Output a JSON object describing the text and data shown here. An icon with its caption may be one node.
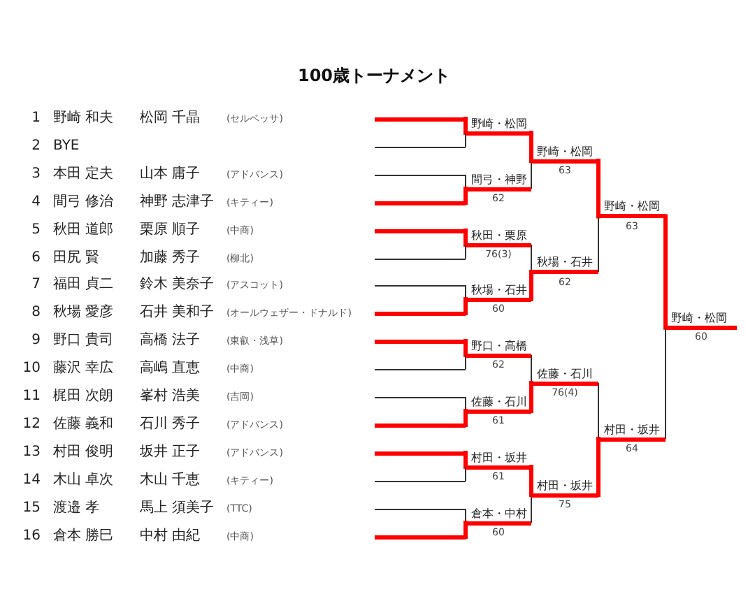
{
  "diagram": {
    "title": "100歳トーナメント",
    "nodes": [
      {
        "text": [
          "1",
          "野崎 和夫",
          "松岡 千晶",
          "(セルベッサ)"
        ]
      },
      {
        "text": [
          "2",
          "BYE"
        ]
      },
      {
        "text": [
          "3",
          "本田 定夫",
          "山本 庸子",
          "(アドバンス)"
        ]
      },
      {
        "text": [
          "4",
          "間弓 修治",
          "神野 志津子",
          "(キティー)"
        ]
      },
      {
        "text": [
          "5",
          "秋田 道郎",
          "栗原 順子",
          "(中商)"
        ]
      },
      {
        "text": [
          "6",
          "田尻 賢",
          "加藤 秀子",
          "(柳北)"
        ]
      },
      {
        "text": [
          "7",
          "福田 貞二",
          "鈴木 美奈子",
          "(アスコット)"
        ]
      },
      {
        "text": [
          "8",
          "秋場 愛彦",
          "石井 美和子",
          "(オールウェザー・ドナルド)"
        ]
      },
      {
        "text": [
          "9",
          "野口 貴司",
          "高橋 法子",
          "(東叡・浅草)"
        ]
      },
      {
        "text": [
          "10",
          "藤沢 幸広",
          "高嶋 直恵",
          "(中商)"
        ]
      },
      {
        "text": [
          "11",
          "梶田 次朗",
          "峯村 浩美",
          "(吉岡)"
        ]
      },
      {
        "text": [
          "12",
          "佐藤 義和",
          "石川 秀子",
          "(アドバンス)"
        ]
      },
      {
        "text": [
          "13",
          "村田 俊明",
          "坂井 正子",
          "(アドバンス)"
        ]
      },
      {
        "text": [
          "14",
          "木山 卓次",
          "木山 千恵",
          "(キティー)"
        ]
      },
      {
        "text": [
          "15",
          "渡邉 孝",
          "馬上 須美子",
          "(TTC)"
        ]
      },
      {
        "text": [
          "16",
          "倉本 勝巳",
          "中村 由紀",
          "(中商)"
        ]
      },
      {
        "text": [
          "野崎・松岡"
        ]
      },
      {
        "text": [
          "間弓・神野"
        ],
        "beside": [
          "62"
        ]
      },
      {
        "text": [
          "秋田・栗原"
        ],
        "beside": [
          "76(3)"
        ]
      },
      {
        "text": [
          "秋場・石井"
        ],
        "beside": [
          "60"
        ]
      },
      {
        "text": [
          "野口・高橋"
        ],
        "beside": [
          "62"
        ]
      },
      {
        "text": [
          "佐藤・石川"
        ],
        "beside": [
          "61"
        ]
      },
      {
        "text": [
          "村田・坂井"
        ],
        "beside": [
          "61"
        ]
      },
      {
        "text": [
          "倉本・中村"
        ],
        "beside": [
          "60"
        ]
      },
      {
        "text": [
          "野崎・松岡"
        ],
        "beside": [
          "63"
        ]
      },
      {
        "text": [
          "秋場・石井"
        ],
        "beside": [
          "62"
        ]
      },
      {
        "text": [
          "佐藤・石川"
        ],
        "beside": [
          "76(4)"
        ]
      },
      {
        "text": [
          "村田・坂井"
        ],
        "beside": [
          "75"
        ]
      },
      {
        "text": [
          "野崎・松岡"
        ],
        "beside": [
          "63"
        ]
      },
      {
        "text": [
          "村田・坂井"
        ],
        "beside": [
          "64"
        ]
      },
      {
        "text": [
          "野崎・松岡"
        ],
        "beside": [
          "60"
        ]
      }
    ],
    "edges": [
      {
        "from": 0,
        "to": 16,
        "arrow": "none",
        "style": "thick",
        "color": "#ff0000"
      },
      {
        "from": 1,
        "to": 16,
        "arrow": "none",
        "color": "#333333"
      },
      {
        "from": 2,
        "to": 17,
        "arrow": "none",
        "color": "#333333"
      },
      {
        "from": 3,
        "to": 17,
        "arrow": "none",
        "style": "thick",
        "color": "#ff0000"
      },
      {
        "from": 4,
        "to": 18,
        "arrow": "none",
        "style": "thick",
        "color": "#ff0000"
      },
      {
        "from": 5,
        "to": 18,
        "arrow": "none",
        "color": "#333333"
      },
      {
        "from": 6,
        "to": 19,
        "arrow": "none",
        "color": "#333333"
      },
      {
        "from": 7,
        "to": 19,
        "arrow": "none",
        "style": "thick",
        "color": "#ff0000"
      },
      {
        "from": 8,
        "to": 20,
        "arrow": "none",
        "style": "thick",
        "color": "#ff0000"
      },
      {
        "from": 9,
        "to": 20,
        "arrow": "none",
        "color": "#333333"
      },
      {
        "from": 10,
        "to": 21,
        "arrow": "none",
        "color": "#333333"
      },
      {
        "from": 11,
        "to": 21,
        "arrow": "none",
        "style": "thick",
        "color": "#ff0000"
      },
      {
        "from": 12,
        "to": 22,
        "arrow": "none",
        "style": "thick",
        "color": "#ff0000"
      },
      {
        "from": 13,
        "to": 22,
        "arrow": "none",
        "color": "#333333"
      },
      {
        "from": 14,
        "to": 23,
        "arrow": "none",
        "color": "#333333"
      },
      {
        "from": 15,
        "to": 23,
        "arrow": "none",
        "style": "thick",
        "color": "#ff0000"
      },
      {
        "from": 16,
        "to": 24,
        "arrow": "none",
        "style": "thick",
        "color": "#ff0000"
      },
      {
        "from": 17,
        "to": 24,
        "arrow": "none",
        "color": "#333333"
      },
      {
        "from": 18,
        "to": 25,
        "arrow": "none",
        "color": "#333333"
      },
      {
        "from": 19,
        "to": 25,
        "arrow": "none",
        "style": "thick",
        "color": "#ff0000"
      },
      {
        "from": 20,
        "to": 26,
        "arrow": "none",
        "color": "#333333"
      },
      {
        "from": 21,
        "to": 26,
        "arrow": "none",
        "style": "thick",
        "color": "#ff0000"
      },
      {
        "from": 22,
        "to": 27,
        "arrow": "none",
        "style": "thick",
        "color": "#ff0000"
      },
      {
        "from": 23,
        "to": 27,
        "arrow": "none",
        "color": "#333333"
      },
      {
        "from": 24,
        "to": 28,
        "arrow": "none",
        "style": "thick",
        "color": "#ff0000"
      },
      {
        "from": 25,
        "to": 28,
        "arrow": "none",
        "color": "#333333"
      },
      {
        "from": 26,
        "to": 29,
        "arrow": "none",
        "color": "#333333"
      },
      {
        "from": 27,
        "to": 29,
        "arrow": "none",
        "style": "thick",
        "color": "#ff0000"
      },
      {
        "from": 28,
        "to": 30,
        "arrow": "none",
        "style": "thick",
        "color": "#ff0000"
      },
      {
        "from": 29,
        "to": 30,
        "arrow": "none",
        "color": "#333333"
      }
    ]
  }
}
